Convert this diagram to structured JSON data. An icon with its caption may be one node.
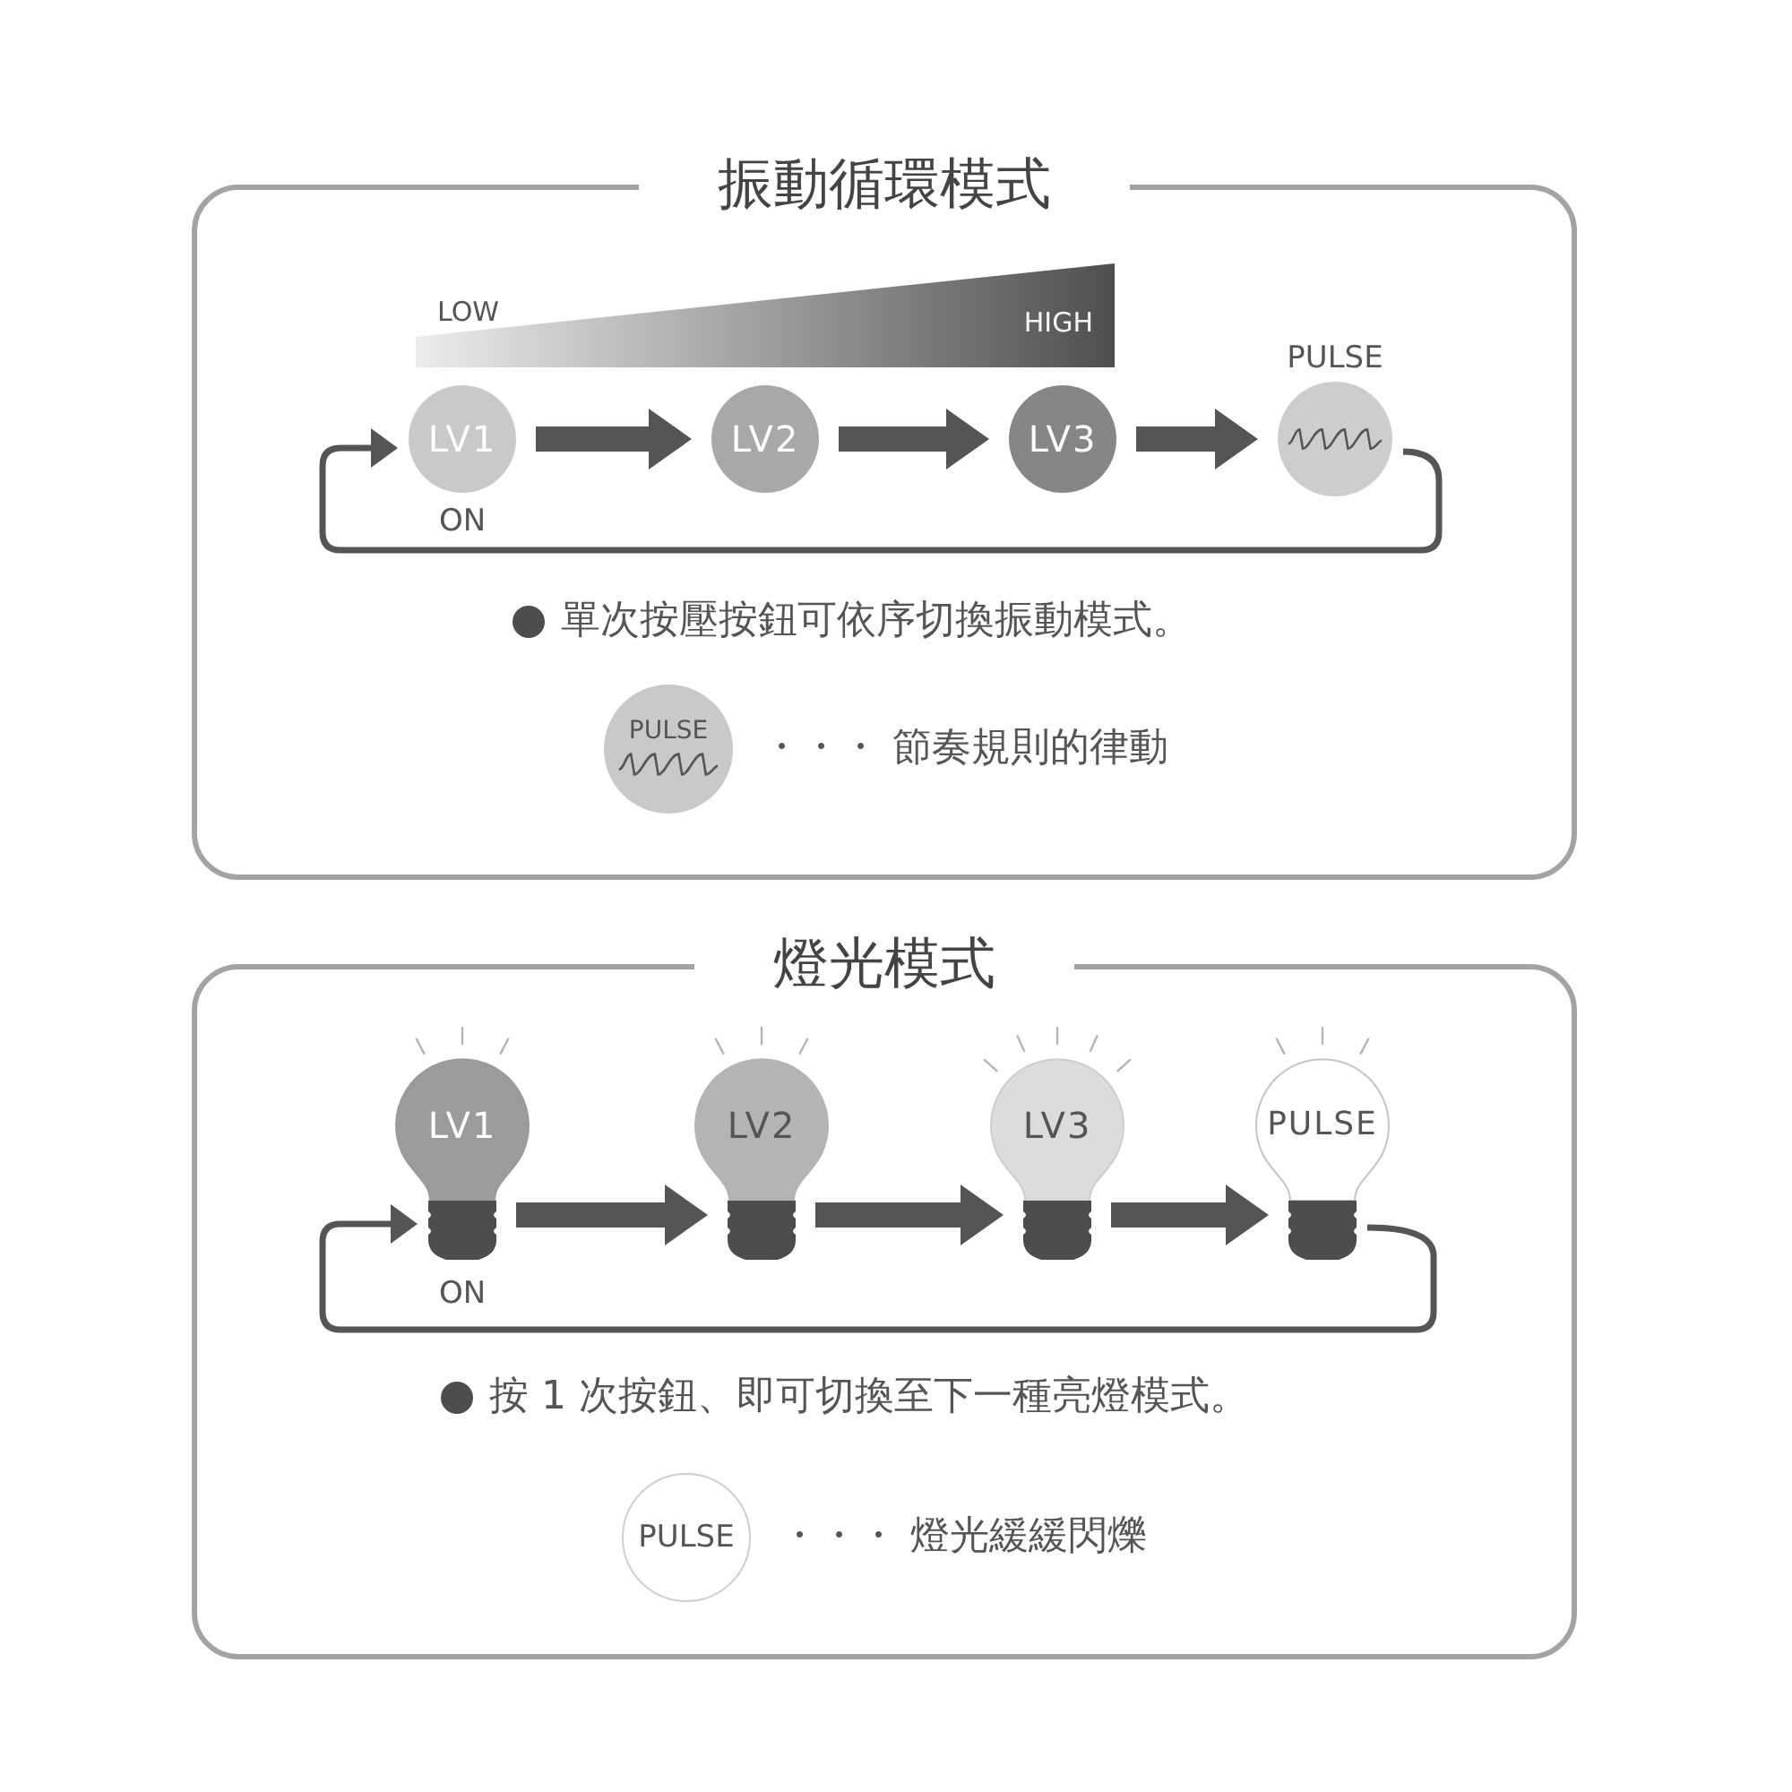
{
  "diagram": {
    "nodes": [
      {
        "text": [
          "振動循環模式"
        ]
      },
      {
        "text": [
          "LOW",
          "HIGH"
        ],
        "in": 0
      },
      {
        "text": [
          "LV1"
        ],
        "in": 0,
        "beside": [
          "ON"
        ]
      },
      {
        "text": [
          "LV2"
        ],
        "in": 0
      },
      {
        "text": [
          "LV3"
        ],
        "in": 0
      },
      {
        "text": [
          "PULSE"
        ],
        "in": 0
      },
      {
        "text": [
          "PULSE"
        ],
        "in": 0,
        "beside": [
          "・・・ 節奏規則的律動"
        ]
      },
      {
        "text": [
          "燈光模式"
        ]
      },
      {
        "text": [
          "LV1"
        ],
        "in": 7,
        "beside": [
          "ON"
        ]
      },
      {
        "text": [
          "LV2"
        ],
        "in": 7
      },
      {
        "text": [
          "LV3"
        ],
        "in": 7
      },
      {
        "text": [
          "PULSE"
        ],
        "in": 7
      },
      {
        "text": [
          "PULSE"
        ],
        "in": 7,
        "beside": [
          "・・・ 燈光緩緩閃爍"
        ]
      }
    ],
    "edges": [
      {
        "from": 2,
        "to": 3,
        "arrow": "to"
      },
      {
        "from": 3,
        "to": 4,
        "arrow": "to"
      },
      {
        "from": 4,
        "to": 5,
        "arrow": "to"
      },
      {
        "from": 5,
        "to": 2,
        "arrow": "to"
      },
      {
        "from": 8,
        "to": 9,
        "arrow": "to"
      },
      {
        "from": 9,
        "to": 10,
        "arrow": "to"
      },
      {
        "from": 10,
        "to": 11,
        "arrow": "to"
      },
      {
        "from": 11,
        "to": 8,
        "arrow": "to"
      }
    ],
    "labels": [
      "單次按壓按鈕可依序切換振動模式。",
      "按 1 次按鈕、即可切換至下一種亮燈模式。"
    ]
  }
}
